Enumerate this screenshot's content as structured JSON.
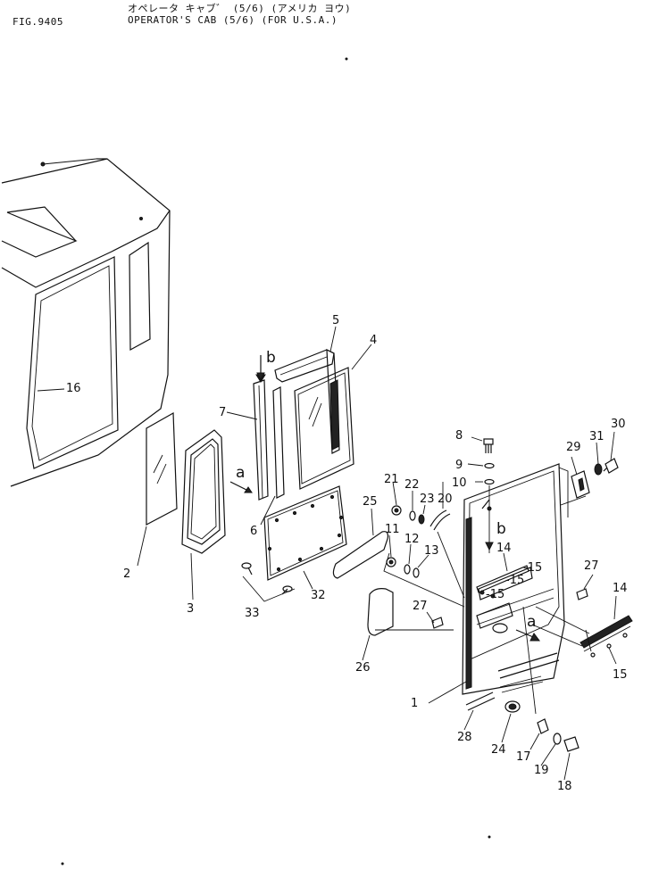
{
  "header": {
    "fig_number": "FIG.9405",
    "title_jp": "オペレータ キャブ゛ (5/6) (アメリカ ヨウ)",
    "title_en": "OPERATOR'S CAB (5/6) (FOR U.S.A.)"
  },
  "callouts": {
    "c1": "1",
    "c2": "2",
    "c3": "3",
    "c4": "4",
    "c5": "5",
    "c6": "6",
    "c7": "7",
    "c8": "8",
    "c9": "9",
    "c10": "10",
    "c11": "11",
    "c12": "12",
    "c13": "13",
    "c14a": "14",
    "c14b": "14",
    "c15a": "-15",
    "c15b": "-15",
    "c15c": "-15",
    "c15d": "15",
    "c16": "16",
    "c17": "17",
    "c18": "18",
    "c19": "19",
    "c20": "20",
    "c21": "21",
    "c22": "22",
    "c23": "23",
    "c24": "24",
    "c25": "25",
    "c26": "26",
    "c27a": "27",
    "c27b": "27",
    "c28": "28",
    "c29": "29",
    "c30": "30",
    "c31": "31",
    "c32": "32",
    "c33": "33"
  },
  "view_refs": {
    "a1": "a",
    "a2": "a",
    "b1": "b",
    "b2": "b"
  }
}
